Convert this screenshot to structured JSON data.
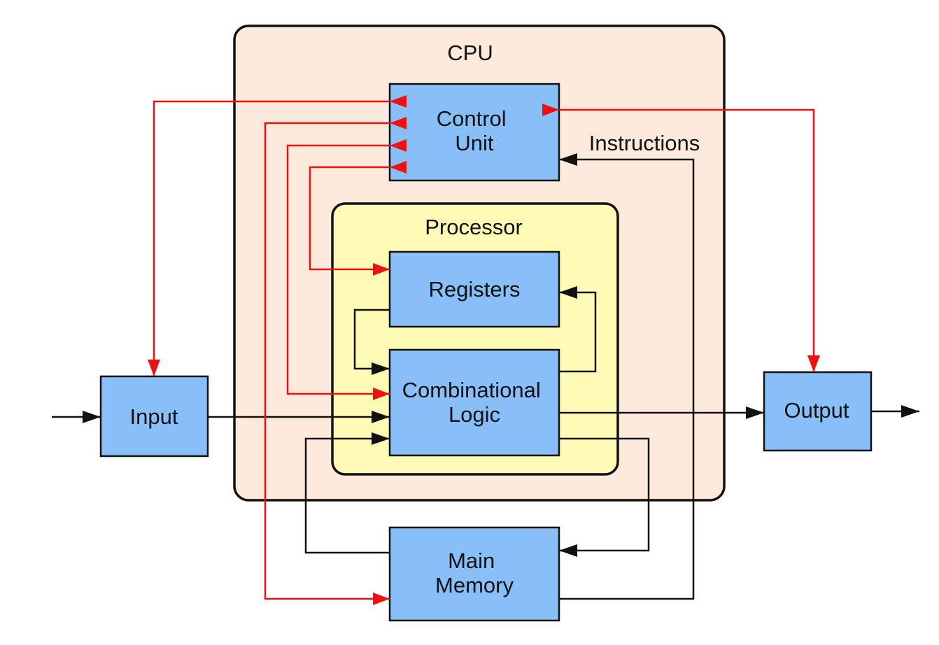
{
  "labels": {
    "cpu": "CPU",
    "processor": "Processor",
    "control_unit": [
      "Control",
      "Unit"
    ],
    "registers": "Registers",
    "combinational_logic": [
      "Combinational",
      "Logic"
    ],
    "main_memory": [
      "Main",
      "Memory"
    ],
    "input": "Input",
    "output": "Output",
    "instructions": "Instructions"
  },
  "colors": {
    "cpu_fill": "#fdeadc",
    "processor_fill": "#fffbb6",
    "block_fill": "#88bff8",
    "control_wire": "#ee1111",
    "data_wire": "#111111"
  }
}
